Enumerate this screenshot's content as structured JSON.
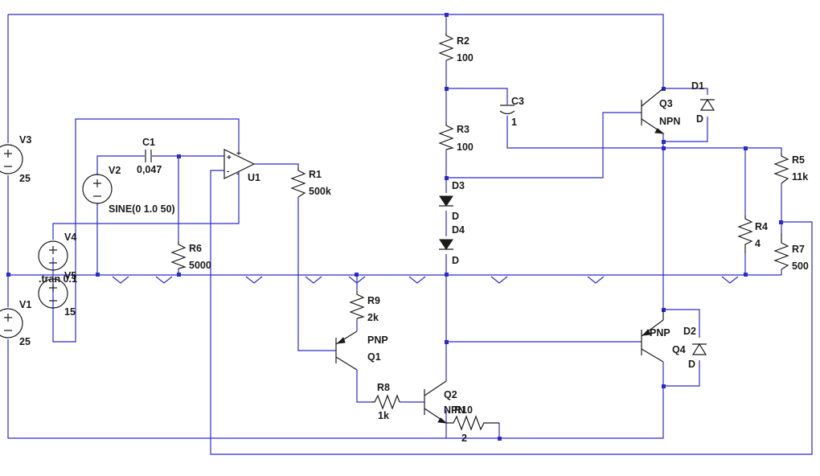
{
  "components": {
    "V1": {
      "name": "V1",
      "value": "25"
    },
    "V2": {
      "name": "V2",
      "value": "SINE(0 1.0 50)"
    },
    "V3": {
      "name": "V3",
      "value": "25"
    },
    "V4": {
      "name": "V4"
    },
    "V5": {
      "name": "V5",
      "value": "15"
    },
    "C1": {
      "name": "C1",
      "value": "0,047"
    },
    "C3": {
      "name": "C3",
      "value": "1"
    },
    "U1": {
      "name": "U1"
    },
    "R1": {
      "name": "R1",
      "value": "500k"
    },
    "R2": {
      "name": "R2",
      "value": "100"
    },
    "R3": {
      "name": "R3",
      "value": "100"
    },
    "R4": {
      "name": "R4",
      "value": "4"
    },
    "R5": {
      "name": "R5",
      "value": "11k"
    },
    "R6": {
      "name": "R6",
      "value": "5000"
    },
    "R7": {
      "name": "R7",
      "value": "500"
    },
    "R8": {
      "name": "R8",
      "value": "1k"
    },
    "R9": {
      "name": "R9",
      "value": "2k"
    },
    "R10": {
      "name": "R10",
      "value": "2"
    },
    "D1": {
      "name": "D1",
      "value": "D"
    },
    "D2": {
      "name": "D2",
      "value": "D"
    },
    "D3": {
      "name": "D3",
      "value": "D"
    },
    "D4": {
      "name": "D4",
      "value": "D"
    },
    "Q1": {
      "name": "Q1",
      "value": "PNP"
    },
    "Q2": {
      "name": "Q2",
      "value": "NPN"
    },
    "Q3": {
      "name": "Q3",
      "value": "NPN"
    },
    "Q4": {
      "name": "Q4",
      "value": "PNP"
    }
  },
  "directive": ".tran 0.1"
}
